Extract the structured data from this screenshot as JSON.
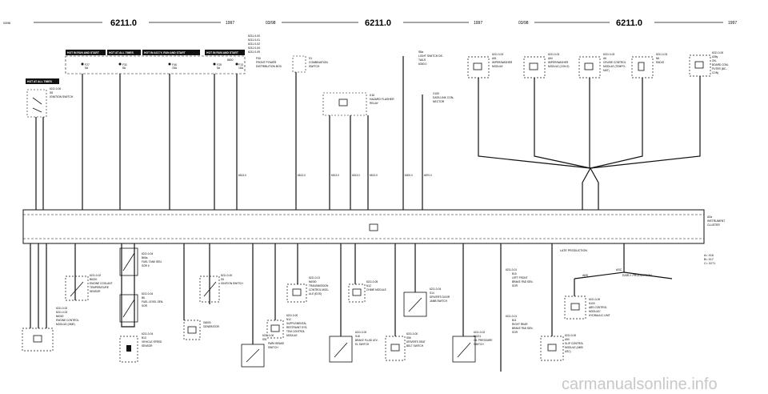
{
  "headers": [
    {
      "date": "03/98",
      "code": "6211.0",
      "year": "1997"
    },
    {
      "date": "03/98",
      "code": "6211.0",
      "year": "1997"
    },
    {
      "date": "03/98",
      "code": "6211.0",
      "year": "1997"
    }
  ],
  "banners": [
    "HOT IN RUN AND START",
    "HOT AT ALL TIMES",
    "HOT IN ACC'Y, RUN AND START",
    "HOT IN RUN AND START",
    "HOT AT ALL TIMES"
  ],
  "fuses": [
    {
      "ref": "F27",
      "amp": "5A"
    },
    {
      "ref": "F31",
      "amp": "5A"
    },
    {
      "ref": "F46",
      "amp": "15A"
    },
    {
      "ref": "F25",
      "amp": "5A"
    },
    {
      "ref": "F13",
      "amp": "15A"
    }
  ],
  "fuse_sub": "8600",
  "top_refs": [
    "6211.0-00",
    "6211.0-01",
    "6211.0-02",
    "6211.0-04",
    "6211.0-09"
  ],
  "components": {
    "distribution": [
      "F00",
      "FRONT POWER",
      "DISTRIBUTION BOX"
    ],
    "combination": [
      "S1",
      "COMBINATION",
      "SWITCH"
    ],
    "light_switch": [
      "S8a",
      "LIGHT SWITCH DE-",
      "TAILS",
      "6300.0"
    ],
    "wiper": [
      "6211.0-03",
      "A51",
      "WIPER/WASHER",
      "MODULE"
    ],
    "wiper_con": [
      "6211.0-03",
      "A64",
      "WIPER/WASHER",
      "MODULE (CON 3)"
    ],
    "cruise": [
      "6211.0-03",
      "A6",
      "CRUISE CONTROL",
      "MODULE (TEMPO-",
      "MAT)"
    ],
    "radio": [
      "6211.0-03",
      "N6",
      "RADIO"
    ],
    "onboard": [
      "6211.0-00",
      "A35y",
      "ON-",
      "BOARD COM-",
      "PUTER (BC -",
      "CON)"
    ],
    "hazard": [
      "K16",
      "HAZARD FLASHER",
      "RELAY"
    ],
    "datalink": [
      "X100",
      "DATA LINK CON-",
      "NECTOR"
    ],
    "ignition_top": [
      "6211.0-00",
      "S5",
      "IGNITION SWITCH"
    ],
    "cluster": [
      "A2a",
      "INSTRUMENT",
      "CLUSTER"
    ],
    "coolant": [
      "6211.0-02",
      "B6220",
      "ENGINE COOLANT",
      "TEMPERATURE",
      "SENSOR"
    ],
    "engine_ctrl": [
      "6211.0-00",
      "6211.0-03",
      "N6000",
      "ENGINE CONTROL",
      "MODULE (DME)"
    ],
    "fuel_tank": [
      "6211.0-04",
      "B60a",
      "FUEL TANK SEN-",
      "SOR II"
    ],
    "fuel_level": [
      "6211.0-04",
      "B6",
      "FUEL LEVEL SEN-",
      "SOR"
    ],
    "speed": [
      "6211.0-04",
      "B13",
      "VEHICLE SPEED",
      "SENSOR"
    ],
    "generator": [
      "G6000",
      "GENERATOR"
    ],
    "ignition_low": [
      "6211.0-00",
      "S5",
      "IGNITION SWITCH"
    ],
    "park_brake": [
      "6211.0-00",
      "S51",
      "PARK BRAKE",
      "SWITCH"
    ],
    "airbag": [
      "6211.0-00",
      "N12",
      "SUPPLEMENTAL",
      "RESTRAINT SYS-",
      "TEM CONTROL",
      "MODULE"
    ],
    "transmission": [
      "6211.0-01",
      "N6000",
      "TRANSMISSION",
      "CONTROL MOD-",
      "ULE (EGS)"
    ],
    "chime": [
      "6211.0-05",
      "N12",
      "CHIME MODULE"
    ],
    "brake_fluid": [
      "6211.0-00",
      "S18",
      "BRAKE FLUID LEV-",
      "EL SWITCH"
    ],
    "door_jamb": [
      "6211.0-04",
      "S14",
      "DRIVER'S DOOR",
      "JAMB SWITCH"
    ],
    "seat_belt": [
      "6211.0-00",
      "S56",
      "DRIVER'S SEAT",
      "BELT SWITCH"
    ],
    "oil_press": [
      "6211.0-02",
      "B6221",
      "OIL PRESSURE",
      "SWITCH"
    ],
    "left_pad": [
      "6211.0-01",
      "B10",
      "LEFT FRONT",
      "BRAKE PAD SEN-",
      "SOR"
    ],
    "right_pad": [
      "6211.0-01",
      "B11",
      "RIGHT REAR",
      "BRAKE PAD SEN-",
      "SOR"
    ],
    "abs": [
      "6211.0-00",
      "N100",
      "ABS CONTROL",
      "MODULE/",
      "HYDRAULIC UNIT"
    ],
    "asc": [
      "6211.0-00",
      "A50",
      "SLIP CONTROL",
      "MODULE (ABS/",
      "ASC)"
    ]
  },
  "notes": {
    "late_production": "LATE PRODUCTION",
    "early_production": "EARLY PRODUCTION",
    "asc": "ASC",
    "abs_label": "ABS",
    "legend": [
      "A= X16",
      "B= X17",
      "C= X271"
    ],
    "watermark": "carmanualsonline.info",
    "hot_left": "HOT AT ALL TIMES"
  },
  "wire_labels": [
    "6513.0",
    "6513.0",
    "6513.0",
    "6513.0",
    "6513.0",
    "6000.0",
    "6870.0",
    "6200.0"
  ]
}
